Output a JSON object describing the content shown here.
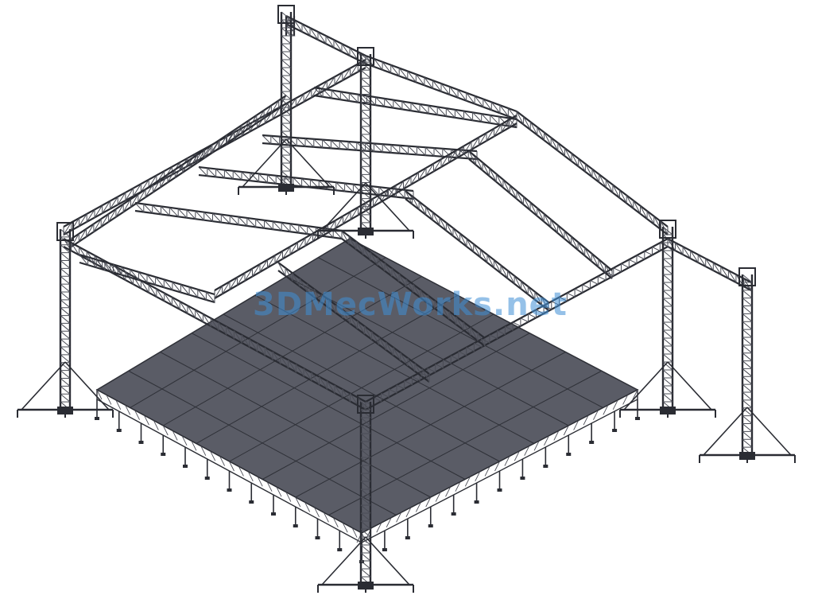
{
  "drawing": {
    "subject": "",
    "watermark_text": "3DMecWorks.net",
    "colors": {
      "deck_fill": "#5a5c66",
      "deck_grid": "#2f3138",
      "truss": "#2a2c33",
      "truss_light": "#4a4c55",
      "watermark": "#3f8fd6",
      "background": "#ffffff"
    },
    "deck": {
      "columns": 8,
      "rows": 8
    },
    "towers": {
      "count": 6
    }
  }
}
